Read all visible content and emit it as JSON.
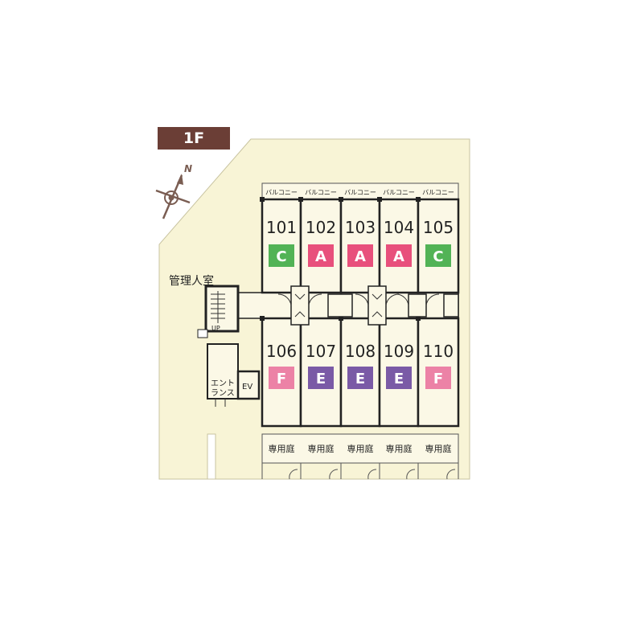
{
  "floor": "1F",
  "compass": {
    "label": "N"
  },
  "labels": {
    "management": "管理人室",
    "entrance_line1": "エント",
    "entrance_line2": "ランス",
    "elevator": "EV",
    "stairs_up": "UP"
  },
  "balcony_label": "バルコニー",
  "garden_label": "専用庭",
  "colors": {
    "A": "#e8507c",
    "C": "#52b356",
    "E": "#7a5aa6",
    "F": "#ec82a6",
    "floor_badge": "#6b3e36",
    "site": "#f8f4d6",
    "unit": "#fbf8e6"
  },
  "units_top": [
    {
      "number": "101",
      "type": "C"
    },
    {
      "number": "102",
      "type": "A"
    },
    {
      "number": "103",
      "type": "A"
    },
    {
      "number": "104",
      "type": "A"
    },
    {
      "number": "105",
      "type": "C"
    }
  ],
  "units_bottom": [
    {
      "number": "106",
      "type": "F"
    },
    {
      "number": "107",
      "type": "E"
    },
    {
      "number": "108",
      "type": "E"
    },
    {
      "number": "109",
      "type": "E"
    },
    {
      "number": "110",
      "type": "F"
    }
  ]
}
